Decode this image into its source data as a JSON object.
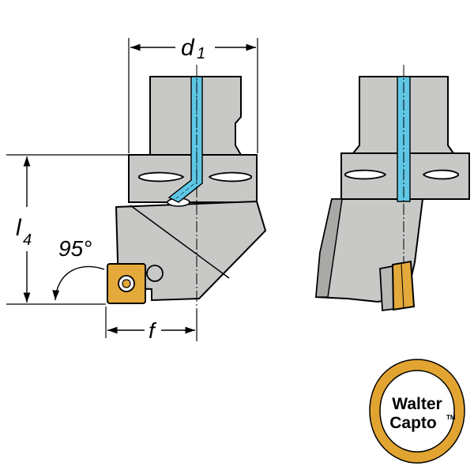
{
  "labels": {
    "d1_letter": "d",
    "d1_sub": "1",
    "l4_letter": "l",
    "l4_sub": "4",
    "angle": "95°",
    "f": "f"
  },
  "logo": {
    "line1": "Walter",
    "line2": "Capto",
    "tm": "TM"
  },
  "colors": {
    "body": "#c8c9c6",
    "body_dark": "#a9aaa7",
    "coolant": "#5fc7e6",
    "insert": "#e3a93a",
    "logo_ring": "#e2a431",
    "outline": "#000000"
  }
}
